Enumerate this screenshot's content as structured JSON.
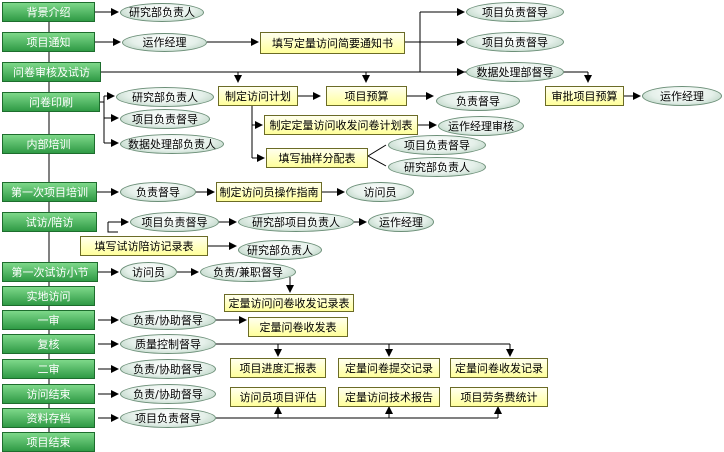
{
  "steps": {
    "s1": "背景介绍",
    "s2": "项目通知",
    "s3": "问卷审核及试访",
    "s4": "问卷印刷",
    "s5": "内部培训",
    "s6": "第一次项目培训",
    "s7": "试访/陪访",
    "s8": "第一次试访小节",
    "s9": "实地访问",
    "s10": "一审",
    "s11": "复核",
    "s12": "二审",
    "s13": "访问结束",
    "s14": "资料存档",
    "s15": "项目结束"
  },
  "roles": {
    "r1": "研究部负责人",
    "r2": "运作经理",
    "r3a": "项目负责督导",
    "r3b": "项目负责督导",
    "r3c": "数据处理部督导",
    "r4a": "研究部负责人",
    "r4b": "项目负责督导",
    "r4c": "数据处理部负责人",
    "r5": "负责督导",
    "r6": "运作经理",
    "r7": "运作经理审核",
    "r8a": "项目负责督导",
    "r8b": "研究部负责人",
    "r9": "负责督导",
    "r10": "访问员",
    "r11a": "项目负责督导",
    "r11b": "研究部项目负责人",
    "r11c": "运作经理",
    "r12": "研究部负责人",
    "r13a": "访问员",
    "r13b": "负责/兼职督导",
    "r14": "负责/协助督导",
    "r15": "质量控制督导",
    "r16": "负责/协助督导",
    "r17": "负责/协助督导",
    "r18": "项目负责督导"
  },
  "docs": {
    "d1": "填写定量访问简要通知书",
    "d2": "制定访问计划",
    "d3": "项目预算",
    "d4": "审批项目预算",
    "d5": "制定定量访问收发问卷计划表",
    "d6": "填写抽样分配表",
    "d7": "制定访问员操作指南",
    "d8": "填写试访陪访记录表",
    "d9": "定量访问问卷收发记录表",
    "d10": "定量问卷收发表",
    "d11": "项目进度汇报表",
    "d12": "定量问卷提交记录",
    "d13": "定量问卷收发记录",
    "d14": "访问员项目评估",
    "d15": "定量访问技术报告",
    "d16": "项目劳务费统计"
  }
}
